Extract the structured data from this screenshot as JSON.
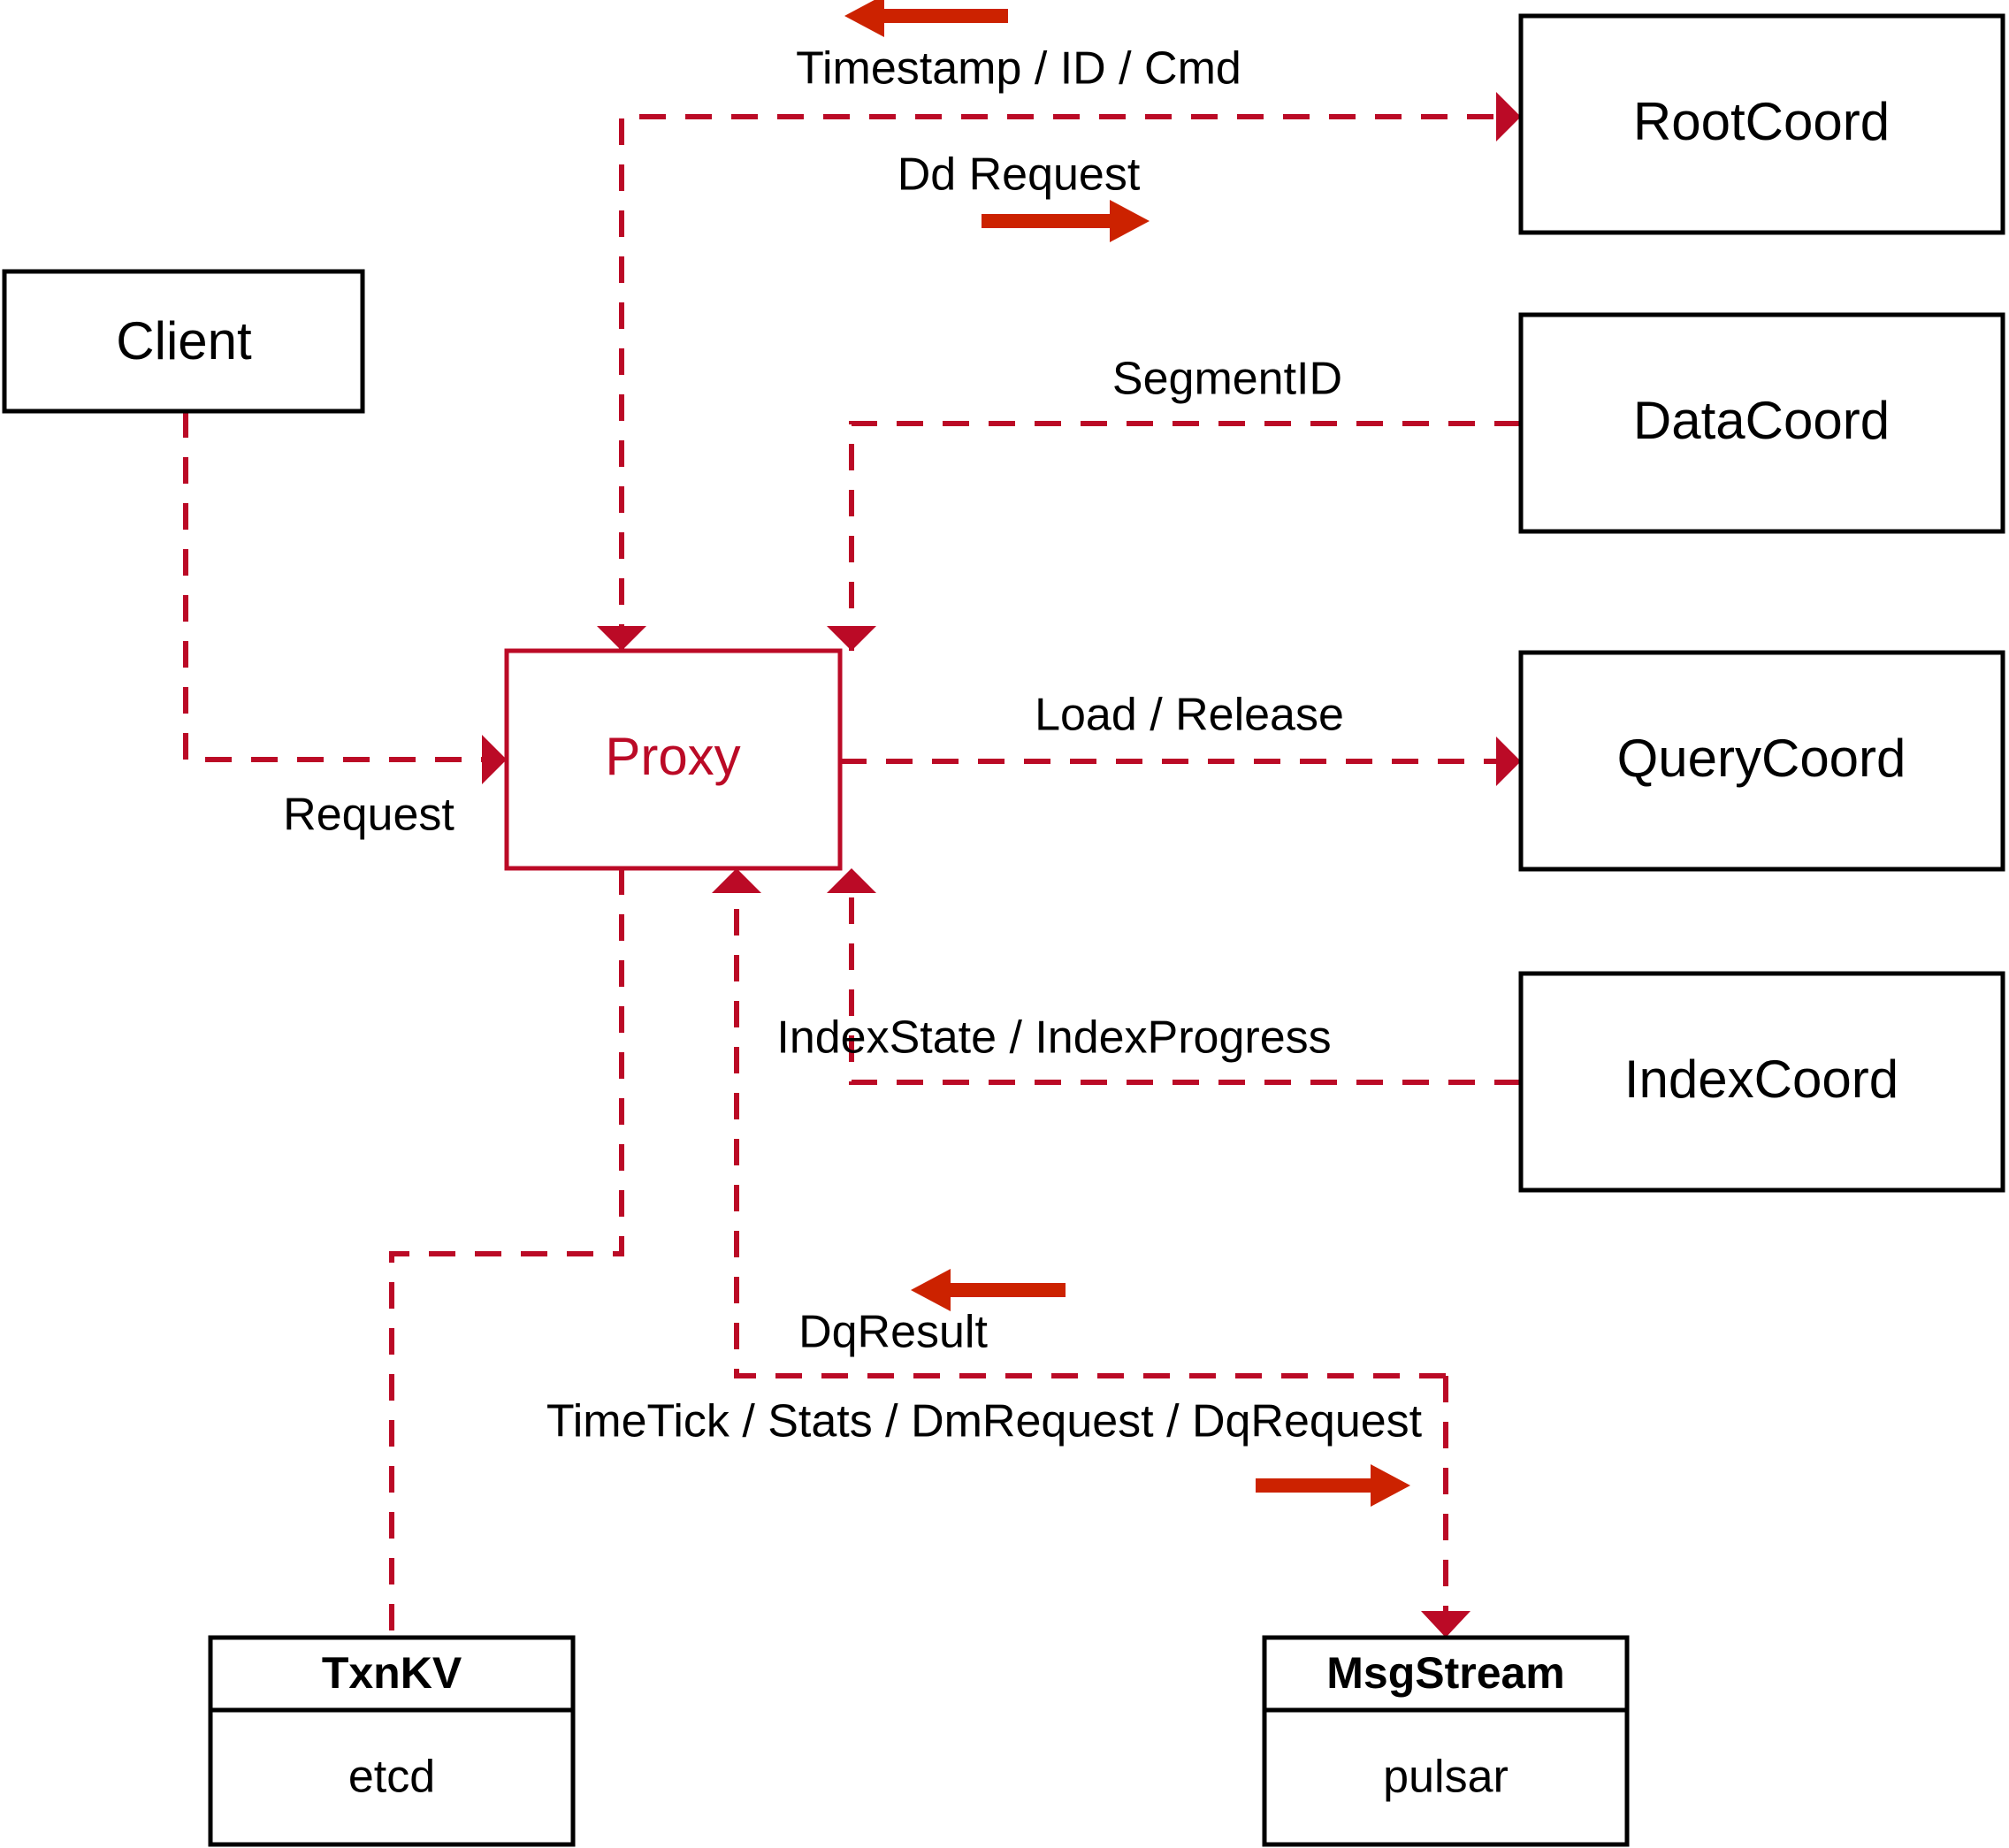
{
  "diagram": {
    "title": "Milvus Proxy interaction diagram",
    "colors": {
      "node_stroke": "#000000",
      "accent": "#bb0a26",
      "flow_arrow": "#cc2200",
      "background": "#ffffff"
    },
    "nodes": {
      "client": {
        "label": "Client"
      },
      "proxy": {
        "label": "Proxy"
      },
      "root_coord": {
        "label": "RootCoord"
      },
      "data_coord": {
        "label": "DataCoord"
      },
      "query_coord": {
        "label": "QueryCoord"
      },
      "index_coord": {
        "label": "IndexCoord"
      },
      "txnkv": {
        "title": "TxnKV",
        "impl": "etcd"
      },
      "msgstream": {
        "title": "MsgStream",
        "impl": "pulsar"
      }
    },
    "edge_labels": {
      "timestamp_id_cmd": "Timestamp / ID / Cmd",
      "dd_request": "Dd Request",
      "segment_id": "SegmentID",
      "request": "Request",
      "load_release": "Load / Release",
      "index_state_progress": "IndexState / IndexProgress",
      "dq_result": "DqResult",
      "timetick_stats_dm_dq": "TimeTick / Stats / DmRequest / DqRequest"
    }
  }
}
